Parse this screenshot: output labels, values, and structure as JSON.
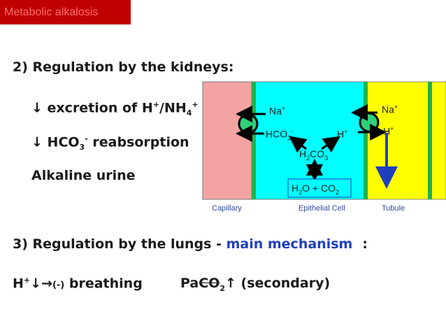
{
  "header": {
    "title": "Metabolic alkalosis"
  },
  "kidney": {
    "heading": "2) Regulation by the kidneys:",
    "bullet1": {
      "arrow": "↓",
      "text": " excretion of H",
      "sup1": "+",
      "mid": "/NH",
      "sub": "4",
      "sup2": "+"
    },
    "bullet2": {
      "arrow": "↓",
      "text": " HCO",
      "sub": "3",
      "sup": "-",
      "rest": " reabsorption"
    },
    "bullet3": "Alkaline urine"
  },
  "diagram": {
    "na_left": {
      "base": "Na",
      "sup": "+"
    },
    "hco3": {
      "base": "HCO",
      "sub": "3",
      "sup": "-"
    },
    "h_mid": {
      "base": "H",
      "sup": "+"
    },
    "na_right": {
      "base": "Na",
      "sup": "+"
    },
    "h_right": {
      "base": "H",
      "sup": "+"
    },
    "h2co3": {
      "a": "H",
      "sub1": "2",
      "b": "CO",
      "sub2": "3"
    },
    "h2o_co2": {
      "a": "H",
      "sub1": "2",
      "b": "O + CO",
      "sub2": "2"
    },
    "label_capillary": "Capillary",
    "label_epithelial": "Epithelial Cell",
    "label_tubule": "Tubule",
    "colors": {
      "capillary": "#f4a3a3",
      "cell": "#00ffff",
      "tubule": "#ffff00",
      "carrier": "#2fd07a",
      "arrow_blue": "#1f3fbf"
    }
  },
  "lungs": {
    "heading_a": "3) Regulation by the lungs - ",
    "heading_b": "main mechanism",
    "heading_c": ":"
  },
  "bottom": {
    "h": "H",
    "sup": "+",
    "arrows": "↓→",
    "neg": "(-)",
    "breathing": " breathing",
    "paco2_a": "Pa",
    "paco2_b": "CO",
    "paco2_sub": "2",
    "paco2_arrow": "↑",
    "secondary": " (secondary)"
  }
}
